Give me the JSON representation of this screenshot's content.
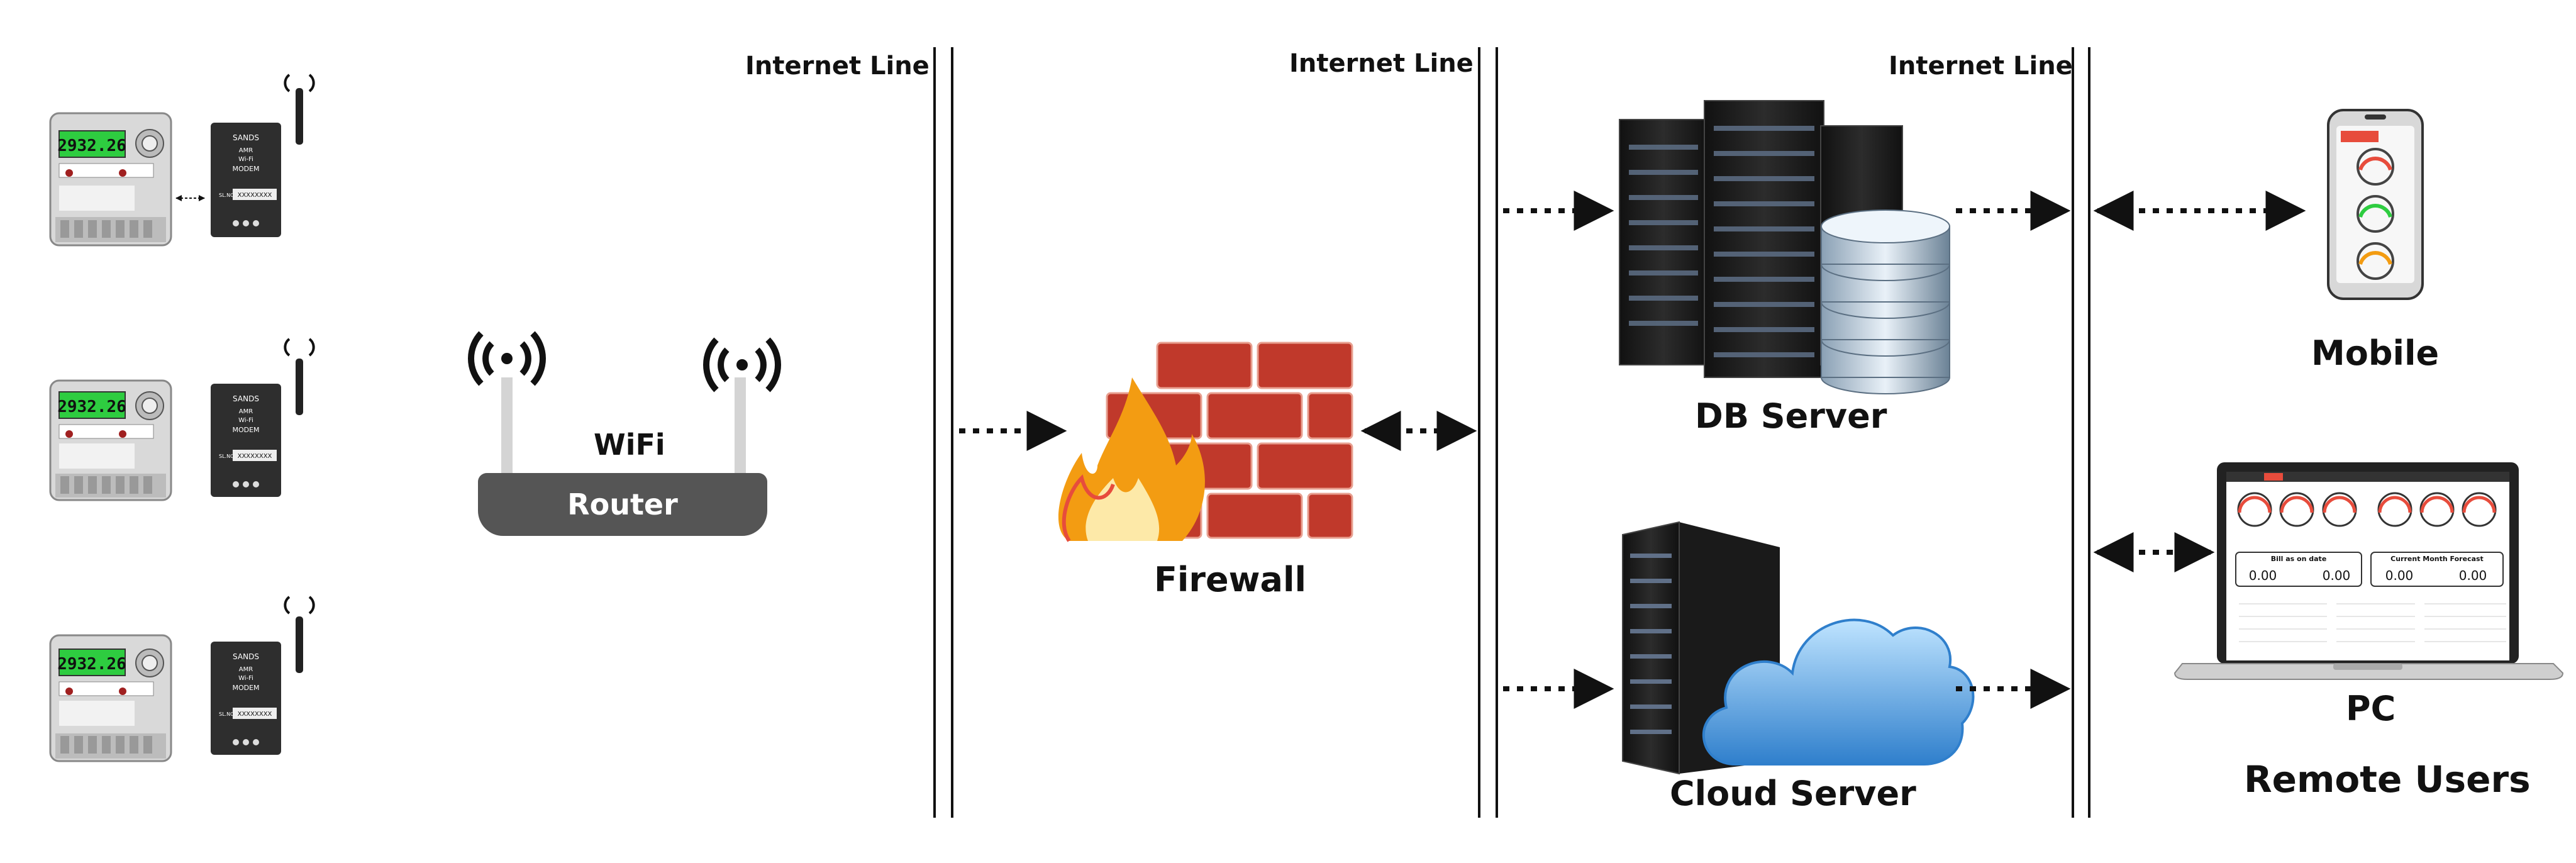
{
  "internet_lines": [
    "Internet Line",
    "Internet Line",
    "Internet Line"
  ],
  "meters": [
    {
      "display": "2932.26",
      "modem_brand": "SANDS",
      "modem_line1": "AMR",
      "modem_line2": "Wi-Fi",
      "modem_line3": "MODEM",
      "serial_label": "SL.NO.",
      "serial": "XXXXXXXX"
    },
    {
      "display": "2932.26",
      "modem_brand": "SANDS",
      "modem_line1": "AMR",
      "modem_line2": "Wi-Fi",
      "modem_line3": "MODEM",
      "serial_label": "SL.NO.",
      "serial": "XXXXXXXX"
    },
    {
      "display": "2932.26",
      "modem_brand": "SANDS",
      "modem_line1": "AMR",
      "modem_line2": "Wi-Fi",
      "modem_line3": "MODEM",
      "serial_label": "SL.NO.",
      "serial": "XXXXXXXX"
    }
  ],
  "wifi_label": "WiFi",
  "router_label": "Router",
  "firewall_label": "Firewall",
  "db_server_label": "DB Server",
  "cloud_server_label": "Cloud Server",
  "mobile_label": "Mobile",
  "pc_label": "PC",
  "remote_users_label": "Remote Users",
  "pc_screen": {
    "card1_title": "Bill as on date",
    "card1_values": [
      "0.00",
      "0.00"
    ],
    "card2_title": "Current Month Forecast",
    "card2_values": [
      "0.00",
      "0.00"
    ]
  },
  "colors": {
    "router": "#555555",
    "firewall_brick": "#c0392b",
    "flame": "#f39c12",
    "cloud": "#3a8fd6",
    "meter_display": "#2ecc40"
  }
}
